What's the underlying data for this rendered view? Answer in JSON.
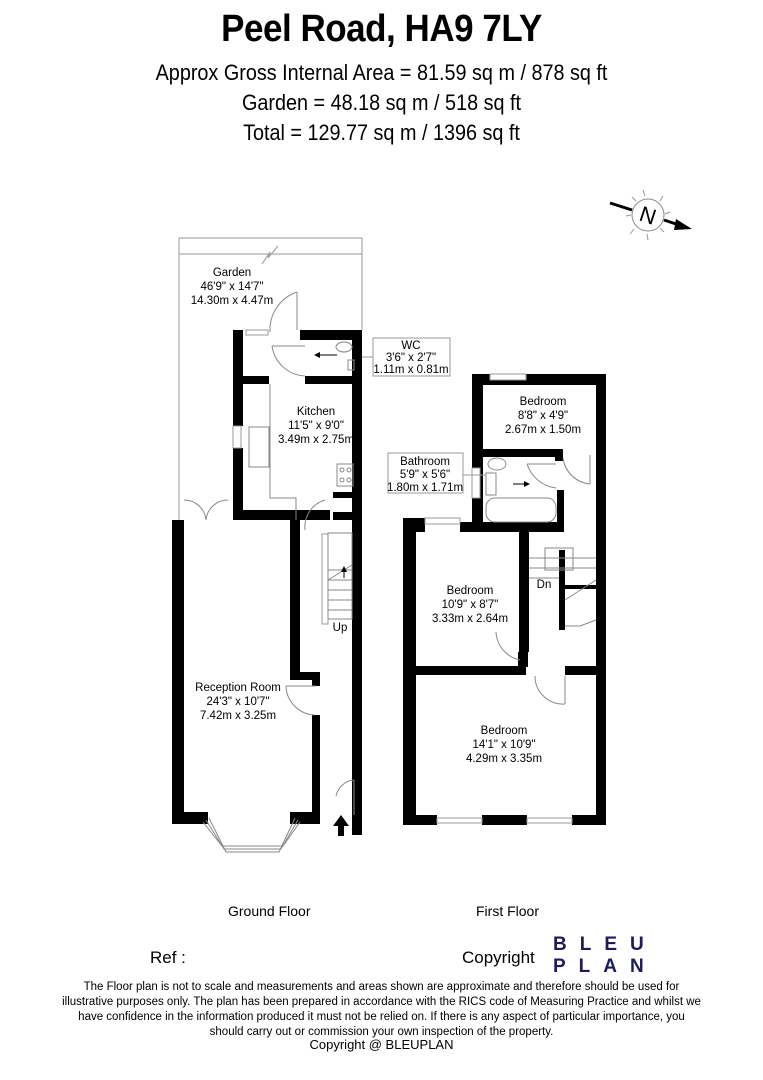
{
  "header": {
    "title": "Peel Road, HA9 7LY",
    "gross_internal_area": "Approx Gross Internal Area = 81.59 sq m / 878 sq ft",
    "garden_area": "Garden = 48.18 sq m / 518 sq ft",
    "total_area": "Total = 129.77 sq m / 1396 sq ft"
  },
  "compass": {
    "label": "N",
    "icon": "north-arrow-compass-icon"
  },
  "ground_floor": {
    "label": "Ground Floor",
    "rooms": [
      {
        "name": "Garden",
        "imperial": "46'9\" x 14'7\"",
        "metric": "14.30m x 4.47m"
      },
      {
        "name": "WC",
        "imperial": "3'6\" x 2'7\"",
        "metric": "1.11m x 0.81m"
      },
      {
        "name": "Kitchen",
        "imperial": "11'5\" x 9'0\"",
        "metric": "3.49m x 2.75m"
      },
      {
        "name": "Reception Room",
        "imperial": "24'3\" x 10'7\"",
        "metric": "7.42m x 3.25m"
      }
    ],
    "stairs_label": "Up",
    "entrance_icon": "entrance-arrow-icon"
  },
  "first_floor": {
    "label": "First Floor",
    "rooms": [
      {
        "name": "Bedroom",
        "imperial": "8'8\" x 4'9\"",
        "metric": "2.67m x 1.50m"
      },
      {
        "name": "Bathroom",
        "imperial": "5'9\" x 5'6\"",
        "metric": "1.80m x 1.71m"
      },
      {
        "name": "Bedroom",
        "imperial": "10'9\" x 8'7\"",
        "metric": "3.33m x 2.64m"
      },
      {
        "name": "Bedroom",
        "imperial": "14'1\" x 10'9\"",
        "metric": "4.29m x 3.35m"
      }
    ],
    "stairs_label": "Dn"
  },
  "footer": {
    "ref_label": "Ref  :",
    "copyright_label": "Copyright",
    "logo_line1": "BLEU",
    "logo_line2": "PLAN",
    "logo_color": "#1f1a5c",
    "disclaimer": "The Floor plan is not to scale and measurements and areas shown are approximate and therefore should be used for illustrative purposes only. The plan has been prepared in accordance with the RICS code of Measuring Practice and whilst we have confidence in the information produced it must not be relied on. If there is any aspect of particular importance, you should carry out or commission your own inspection of the property.",
    "copyright_line": "Copyright @ BLEUPLAN"
  }
}
